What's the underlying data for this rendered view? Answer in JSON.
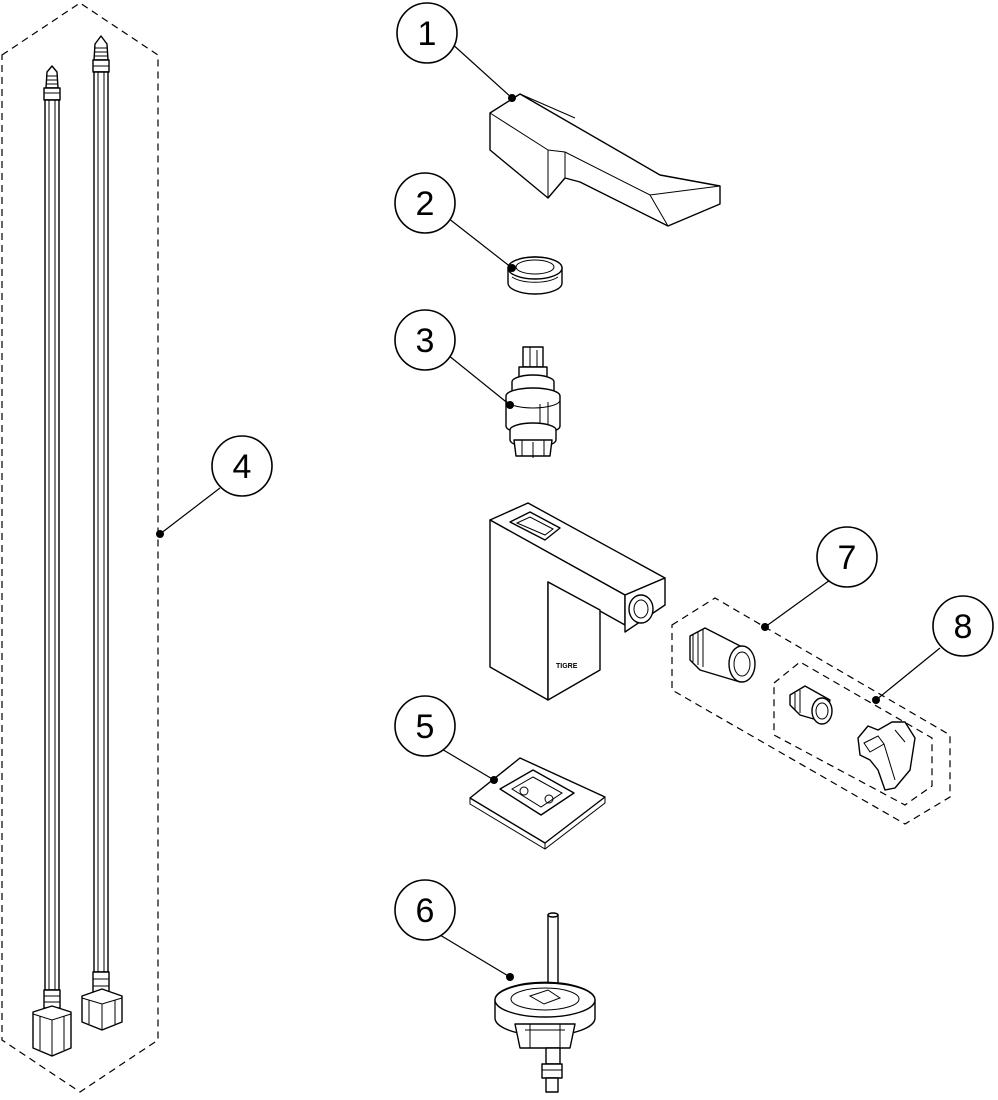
{
  "diagram": {
    "type": "exploded-parts-view",
    "callouts": [
      {
        "id": "1",
        "label": "1"
      },
      {
        "id": "2",
        "label": "2"
      },
      {
        "id": "3",
        "label": "3"
      },
      {
        "id": "4",
        "label": "4"
      },
      {
        "id": "5",
        "label": "5"
      },
      {
        "id": "6",
        "label": "6"
      },
      {
        "id": "7",
        "label": "7"
      },
      {
        "id": "8",
        "label": "8"
      }
    ],
    "brand_mark": "TIGRE"
  }
}
